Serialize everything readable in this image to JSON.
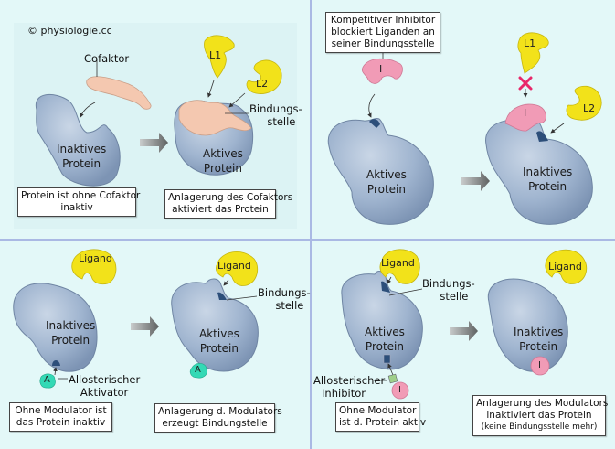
{
  "copyright": "© physiologie.cc",
  "colors": {
    "background": "#e3f8f8",
    "separator": "#aab9e4",
    "protein": "#9fb4cf",
    "cofactor": "#f4c8b0",
    "ligand": "#f2e21a",
    "inhibitor": "#f19bb6",
    "activator": "#33d9b5",
    "block_mark": "#e8286a",
    "transition_arrow": "#777777"
  },
  "panels": [
    {
      "id": "cofactor",
      "cofactor_label": "Cofaktor",
      "ligand_labels": [
        "L1",
        "L2"
      ],
      "binding_site_label": [
        "Bindungs-",
        "stelle"
      ],
      "before": {
        "protein_label": [
          "Inaktives",
          "Protein"
        ],
        "caption": [
          "Protein ist ohne Cofaktor",
          "inaktiv"
        ]
      },
      "after": {
        "protein_label": [
          "Aktives",
          "Protein"
        ],
        "caption": [
          "Anlagerung des Cofaktors",
          "aktiviert das Protein"
        ]
      }
    },
    {
      "id": "competitive-inhibitor",
      "caption": [
        "Kompetitiver Inhibitor",
        "blockiert Liganden an",
        "seiner Bindungsstelle"
      ],
      "inhibitor_label": "I",
      "ligand_labels": [
        "L1",
        "L2"
      ],
      "before": {
        "protein_label": [
          "Aktives",
          "Protein"
        ]
      },
      "after": {
        "protein_label": [
          "Inaktives",
          "Protein"
        ]
      }
    },
    {
      "id": "allosteric-activator",
      "ligand_label": "Ligand",
      "activator_label": "A",
      "modulator_label": [
        "Allosterischer",
        "Aktivator"
      ],
      "binding_site_label": [
        "Bindungs-",
        "stelle"
      ],
      "before": {
        "protein_label": [
          "Inaktives",
          "Protein"
        ],
        "caption": [
          "Ohne Modulator ist",
          "das Protein inaktiv"
        ]
      },
      "after": {
        "protein_label": [
          "Aktives",
          "Protein"
        ],
        "caption": [
          "Anlagerung d. Modulators",
          "erzeugt Bindungstelle"
        ]
      }
    },
    {
      "id": "allosteric-inhibitor",
      "ligand_label": "Ligand",
      "inhibitor_label": "I",
      "modulator_label": [
        "Allosterischer",
        "Inhibitor"
      ],
      "binding_site_label": [
        "Bindungs-",
        "stelle"
      ],
      "before": {
        "protein_label": [
          "Aktives",
          "Protein"
        ],
        "caption": [
          "Ohne Modulator",
          "ist d. Protein aktiv"
        ]
      },
      "after": {
        "protein_label": [
          "Inaktives",
          "Protein"
        ],
        "caption": [
          "Anlagerung des Modulators",
          "inaktiviert das Protein",
          "(keine Bindungsstelle mehr)"
        ]
      }
    }
  ]
}
